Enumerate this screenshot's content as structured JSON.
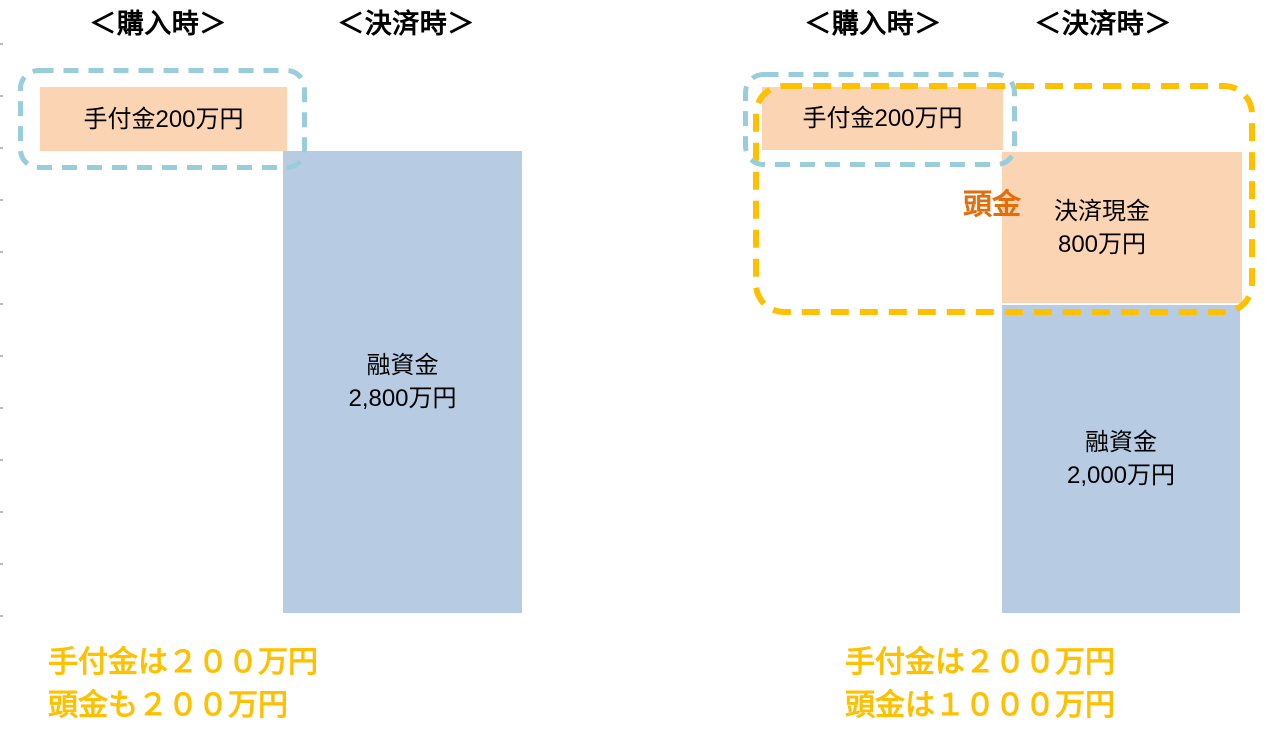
{
  "colors": {
    "box_orange": "#FBD4B4",
    "box_blue": "#B7CBE3",
    "dash_blue": "#9ACDDC",
    "dash_yellow": "#FFC000",
    "caption_yellow": "#FFC000",
    "accent_orange": "#E26D0A",
    "text_black": "#000000"
  },
  "left_panel": {
    "header_purchase": "＜購入時＞",
    "header_settlement": "＜決済時＞",
    "deposit_box": "手付金200万円",
    "loan_box": {
      "line1": "融資金",
      "line2": "2,800万円"
    },
    "caption": {
      "line1": "手付金は２００万円",
      "line2": "頭金も２００万円"
    }
  },
  "right_panel": {
    "header_purchase": "＜購入時＞",
    "header_settlement": "＜決済時＞",
    "deposit_box": "手付金200万円",
    "down_payment_label": "頭金",
    "settlement_cash_box": {
      "line1": "決済現金",
      "line2": "800万円"
    },
    "loan_box": {
      "line1": "融資金",
      "line2": "2,000万円"
    },
    "caption": {
      "line1": "手付金は２００万円",
      "line2": "頭金は１０００万円"
    }
  }
}
